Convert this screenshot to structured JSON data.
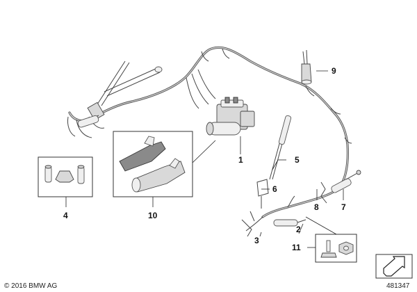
{
  "diagram": {
    "callouts": [
      {
        "id": "c1",
        "label": "1"
      },
      {
        "id": "c2",
        "label": "2"
      },
      {
        "id": "c3",
        "label": "3"
      },
      {
        "id": "c4",
        "label": "4"
      },
      {
        "id": "c5",
        "label": "5"
      },
      {
        "id": "c6",
        "label": "6"
      },
      {
        "id": "c7",
        "label": "7"
      },
      {
        "id": "c8",
        "label": "8"
      },
      {
        "id": "c9",
        "label": "9"
      },
      {
        "id": "c10",
        "label": "10"
      },
      {
        "id": "c11",
        "label": "11"
      }
    ]
  },
  "footer": {
    "copyright": "© 2016 BMW AG",
    "reference_number": "481347"
  }
}
